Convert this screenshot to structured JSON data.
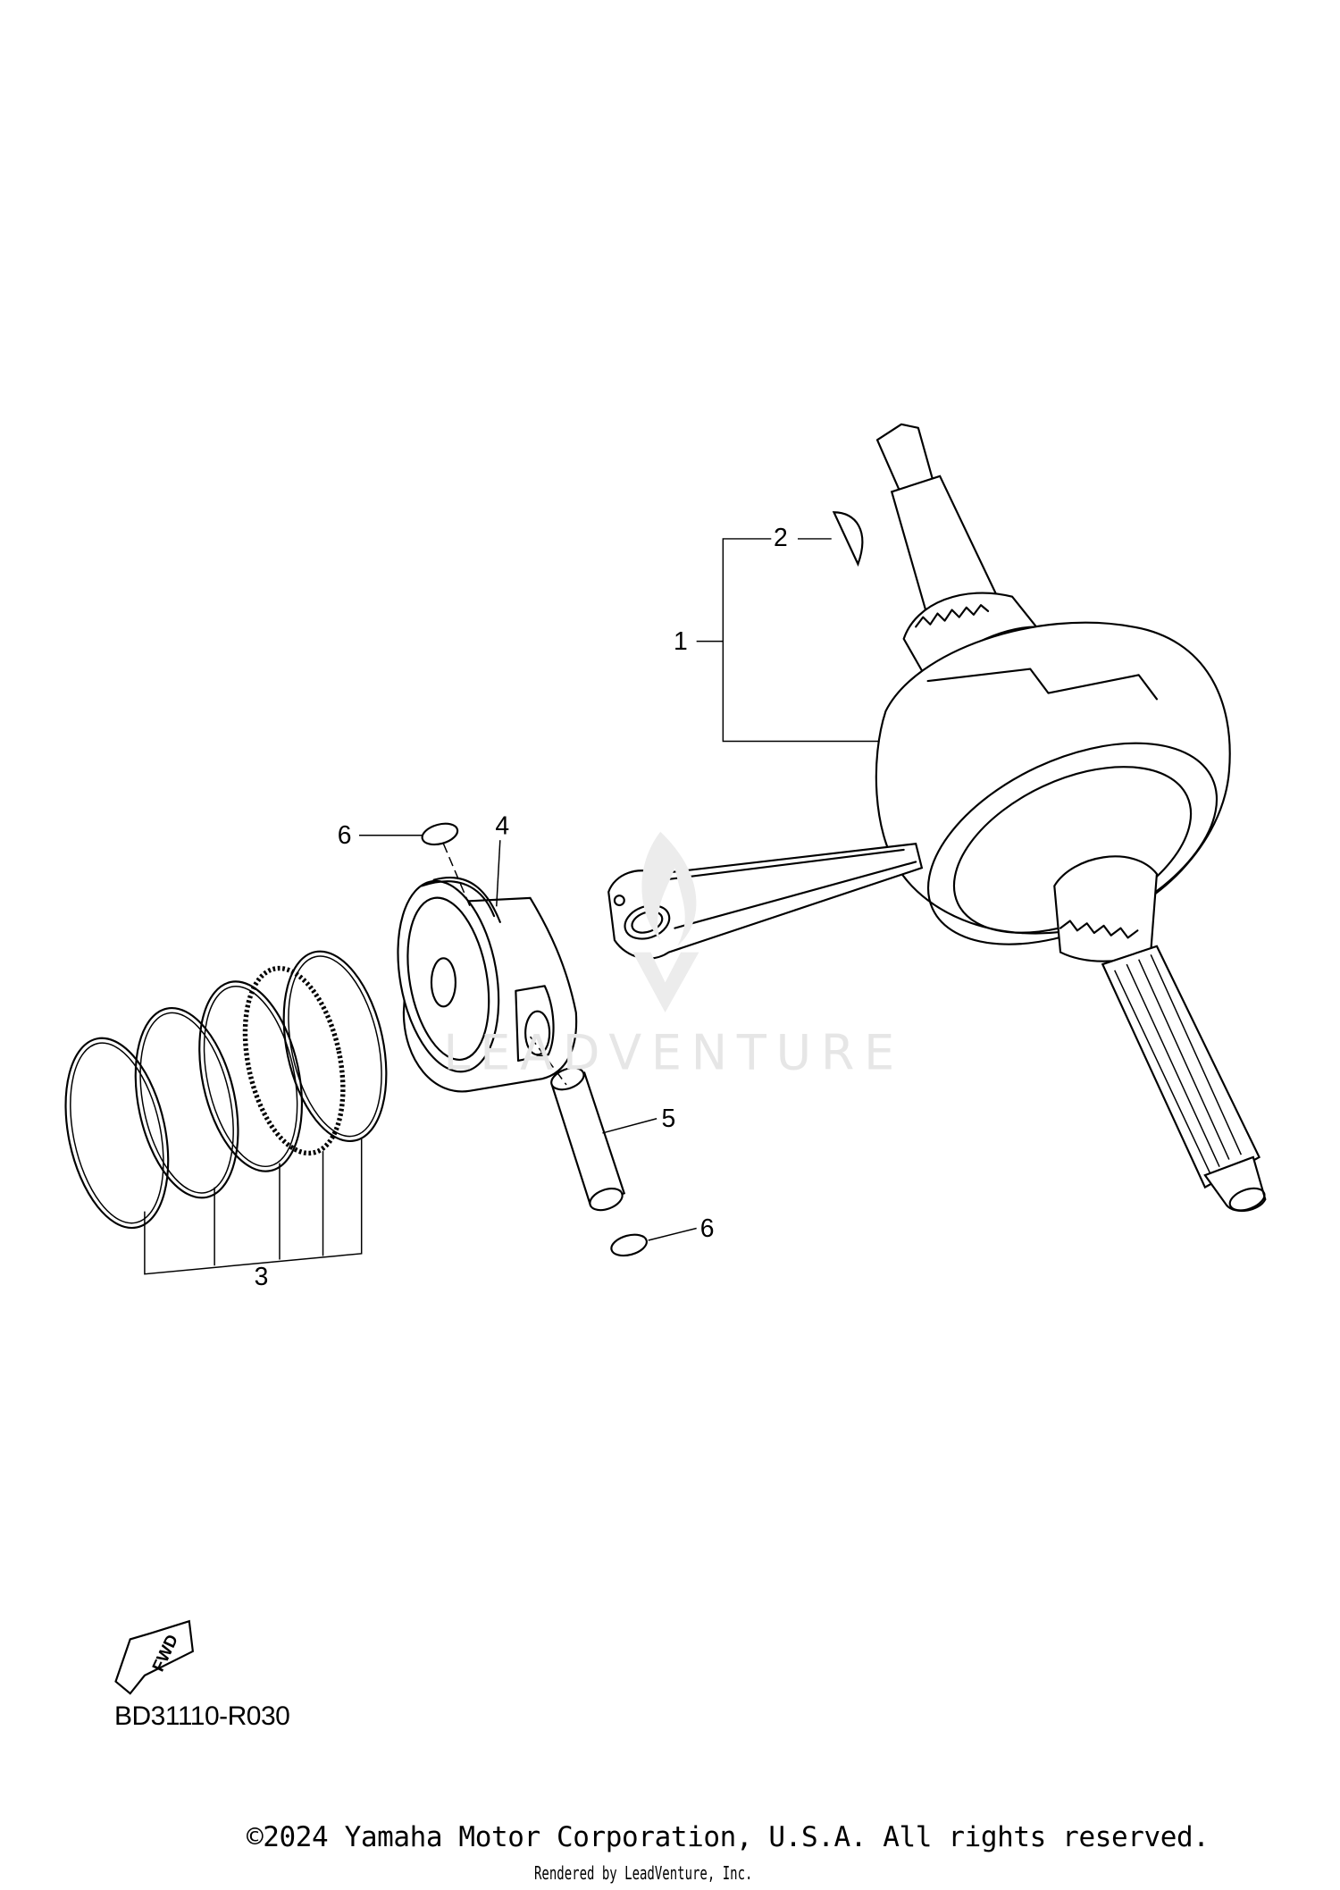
{
  "callouts": {
    "c1": "1",
    "c2": "2",
    "c3": "3",
    "c4": "4",
    "c5": "5",
    "c6a": "6",
    "c6b": "6"
  },
  "fwd_label": "FWD",
  "diagram_code": "BD31110-R030",
  "watermark": "LEADVENTURE",
  "copyright": "©2024 Yamaha Motor Corporation, U.S.A. All rights reserved.",
  "rendered_by": "Rendered by LeadVenture, Inc."
}
